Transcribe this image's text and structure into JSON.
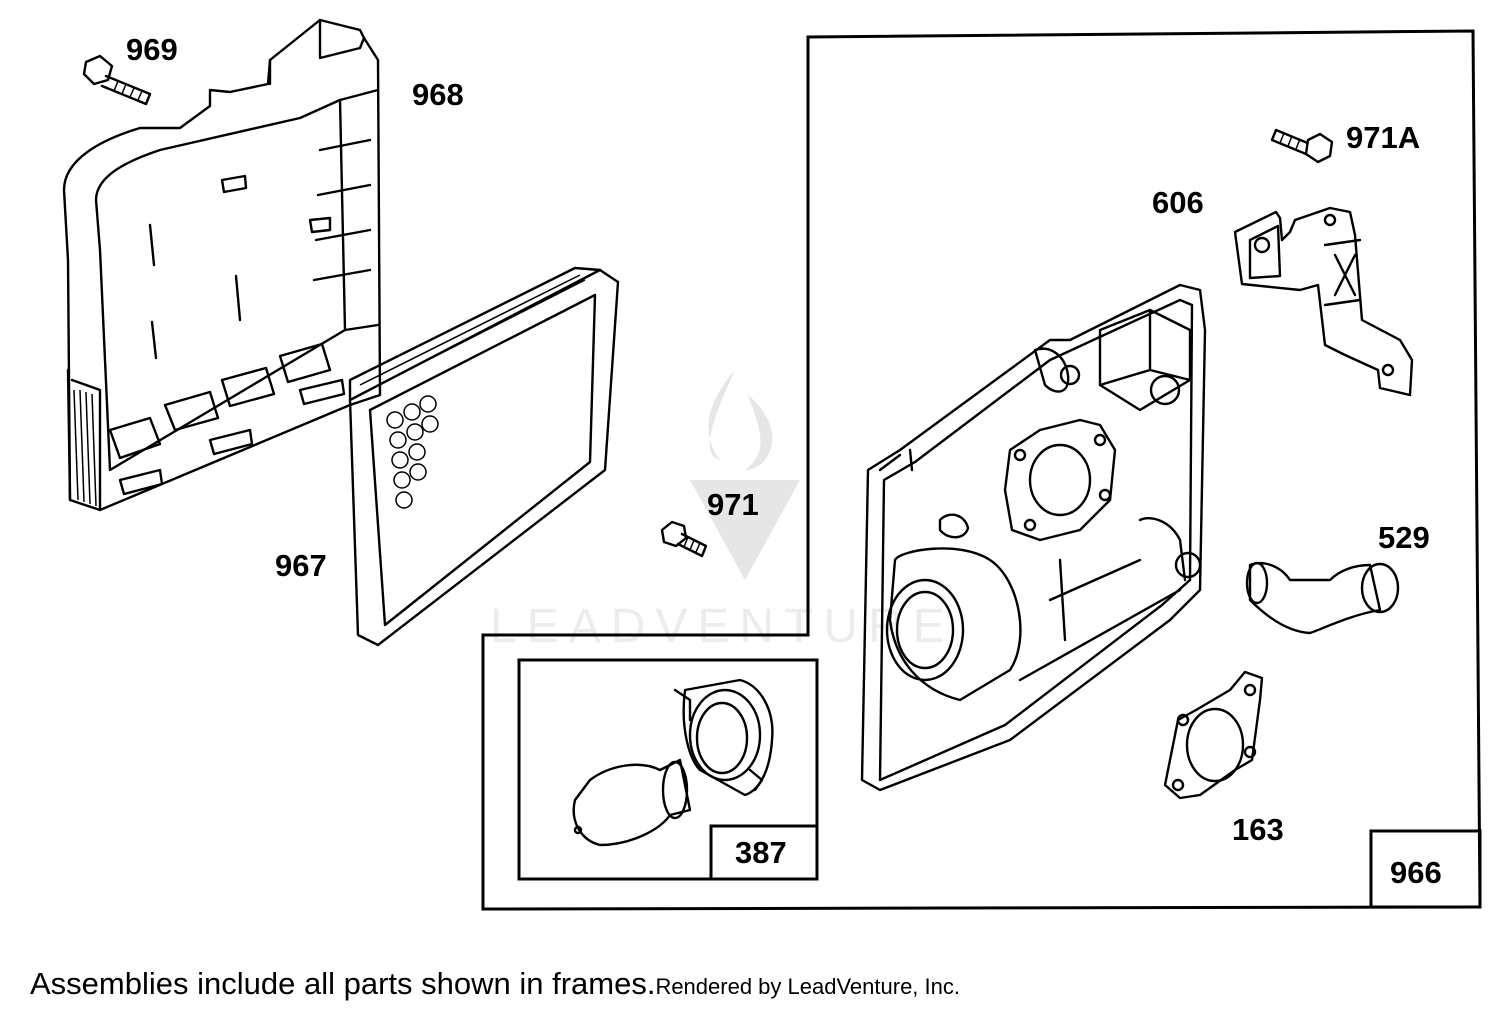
{
  "watermark": {
    "text": "LEADVENTURE"
  },
  "callouts": {
    "p969": "969",
    "p968": "968",
    "p967": "967",
    "p971": "971",
    "p971a": "971A",
    "p606": "606",
    "p529": "529",
    "p163": "163",
    "p387": "387",
    "p966": "966"
  },
  "footer": {
    "note": "Assemblies include all parts shown in frames.",
    "credit": "Rendered by LeadVenture, Inc."
  }
}
